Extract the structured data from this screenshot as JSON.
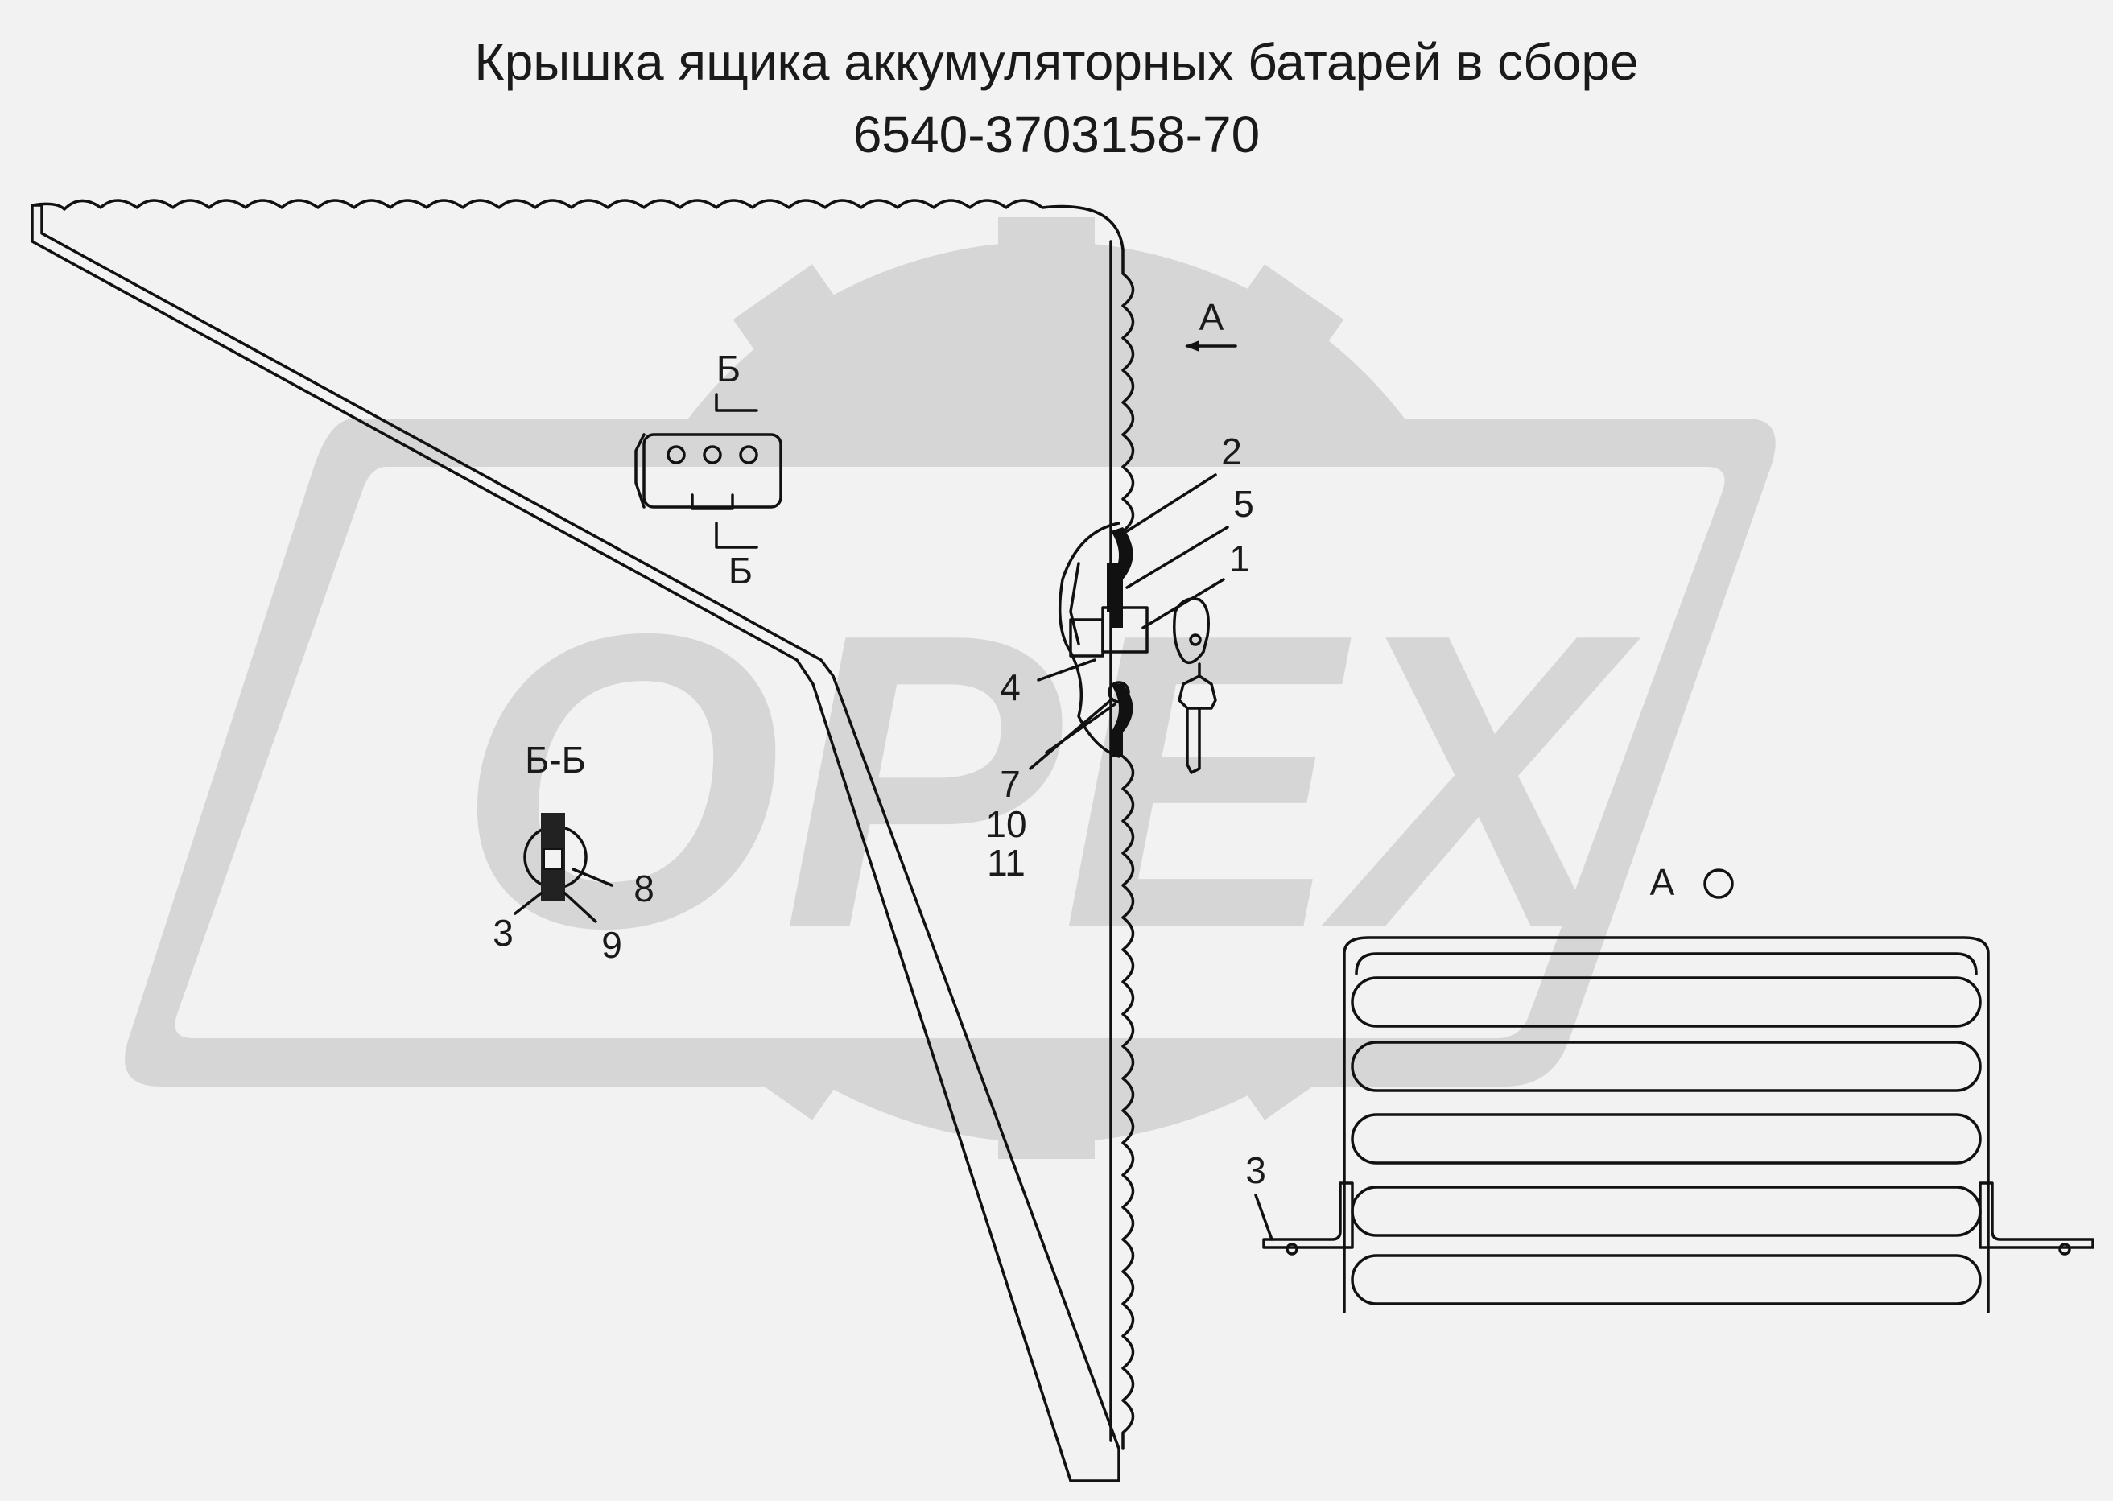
{
  "title": {
    "line1": "Крышка ящика аккумуляторных батарей в сборе",
    "line2": "6540-3703158-70"
  },
  "watermark": {
    "text": "OPEX"
  },
  "views": {
    "view_a_top": "А",
    "view_a_side": "А",
    "section_top": "Б",
    "section_bottom": "Б",
    "section_name": "Б-Б"
  },
  "callouts": {
    "c1": "1",
    "c2": "2",
    "c3_detail": "3",
    "c3_side": "3",
    "c4": "4",
    "c5": "5",
    "c7": "7",
    "c8": "8",
    "c9": "9",
    "c10": "10",
    "c11": "11"
  },
  "colors": {
    "background": "#f2f2f2",
    "line": "#111111",
    "watermark": "#d6d6d6"
  }
}
